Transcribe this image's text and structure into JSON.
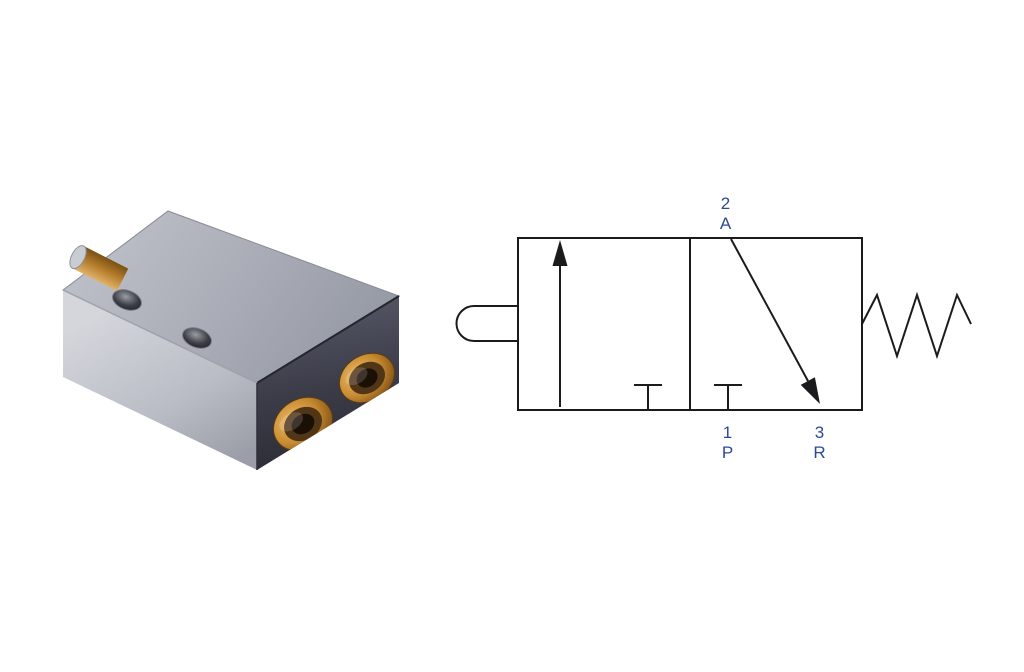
{
  "stage": {
    "background": "#ffffff"
  },
  "render": {
    "object": "pneumatic-valve-body-isometric",
    "colors": {
      "top_face": "#abaeb8",
      "side_face": "#c7c9d0",
      "front_face": "#393a45",
      "fittings": "#bf8534",
      "plunger": "#c3913f"
    }
  },
  "schematic": {
    "symbol": "3/2-valve-plunger-actuated-spring-return",
    "line_color": "#1b1b1d",
    "label_color": "#2c4a96",
    "ports": {
      "outlet": {
        "number": "2",
        "letter": "A"
      },
      "supply": {
        "number": "1",
        "letter": "P"
      },
      "exhaust": {
        "number": "3",
        "letter": "R"
      }
    }
  }
}
